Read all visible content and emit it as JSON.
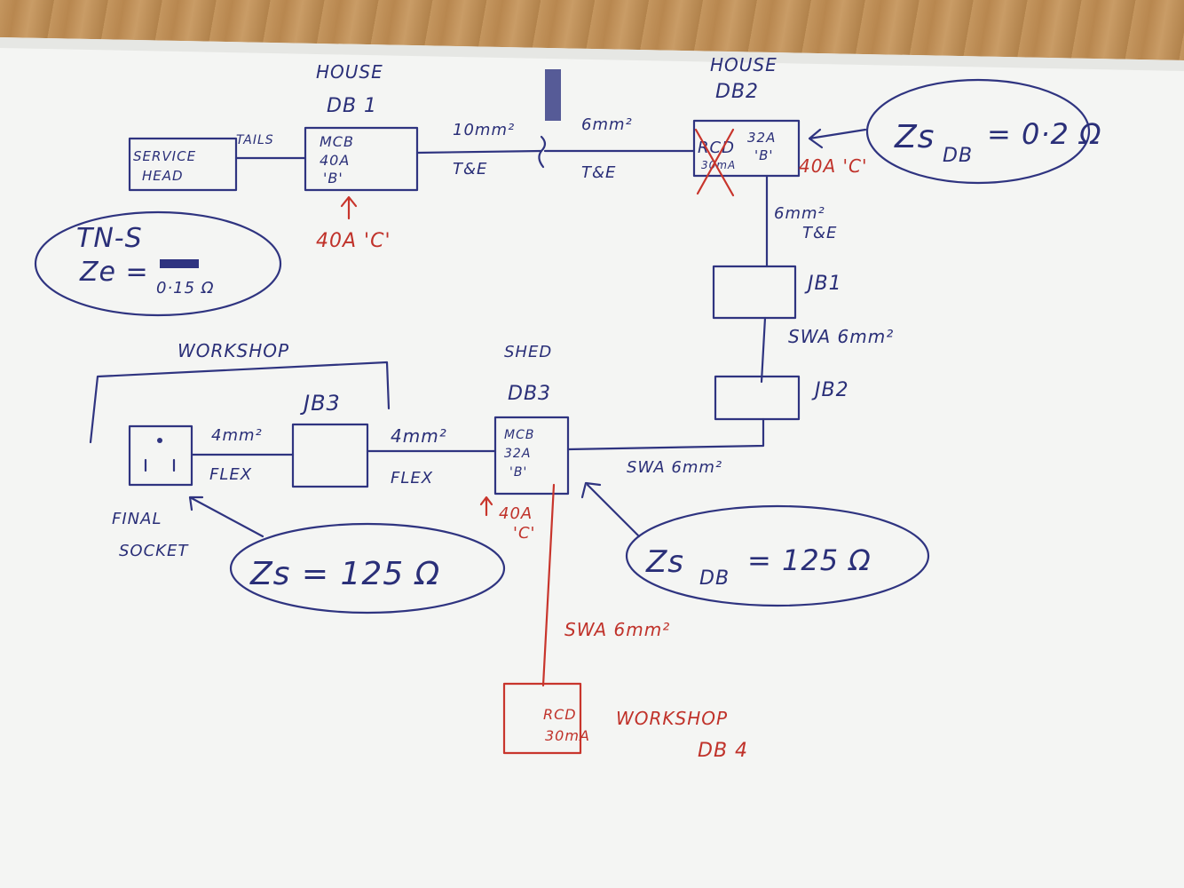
{
  "labels": {
    "service_head_1": "SERVICE",
    "service_head_2": "HEAD",
    "tails": "TAILS",
    "db1_title_1": "HOUSE",
    "db1_title_2": "DB 1",
    "db1_line1": "MCB",
    "db1_line2": "40A",
    "db1_line3": "'B'",
    "db1_red": "40A 'C'",
    "cable_10mm": "10mm²",
    "cable_tse_1": "T&E",
    "cable_6mm": "6mm²",
    "cable_tse_2": "T&E",
    "db2_title_1": "HOUSE",
    "db2_title_2": "DB2",
    "db2_rcd": "RCD",
    "db2_30ma": "30mA",
    "db2_32a": "32A",
    "db2_b": "'B'",
    "db2_red": "40A 'C'",
    "zs_db": "Zs",
    "zs_db_sub": "DB",
    "zs_db_val": "= 0·2 Ω",
    "tn": "TN-S",
    "ze": "Ze =",
    "ze_val": "0·15 Ω",
    "vert_6mm": "6mm²",
    "vert_tse": "T&E",
    "jb1": "JB1",
    "swa_1": "SWA 6mm²",
    "jb2": "JB2",
    "workshop": "WORKSHOP",
    "jb3": "JB3",
    "cable_4mm_1": "4mm²",
    "flex_1": "FLEX",
    "cable_4mm_2": "4mm²",
    "flex_2": "FLEX",
    "shed": "SHED",
    "db3": "DB3",
    "db3_line1": "MCB",
    "db3_line2": "32A",
    "db3_line3": "'B'",
    "db3_red_1": "40A",
    "db3_red_2": "'C'",
    "swa_2": "SWA 6mm²",
    "final_1": "FINAL",
    "final_2": "SOCKET",
    "zs_final": "Zs = 125 Ω",
    "zs_db3": "Zs",
    "zs_db3_sub": "DB",
    "zs_db3_val": "= 125 Ω",
    "swa_red": "SWA 6mm²",
    "db4_rcd": "RCD",
    "db4_30ma": "30mA",
    "db4_title_1": "WORKSHOP",
    "db4_title_2": "DB 4"
  },
  "colors": {
    "ink_blue": "#2f3480",
    "ink_red": "#c8352c",
    "paper": "#f7f8f6",
    "desk": "#b98a5a"
  }
}
